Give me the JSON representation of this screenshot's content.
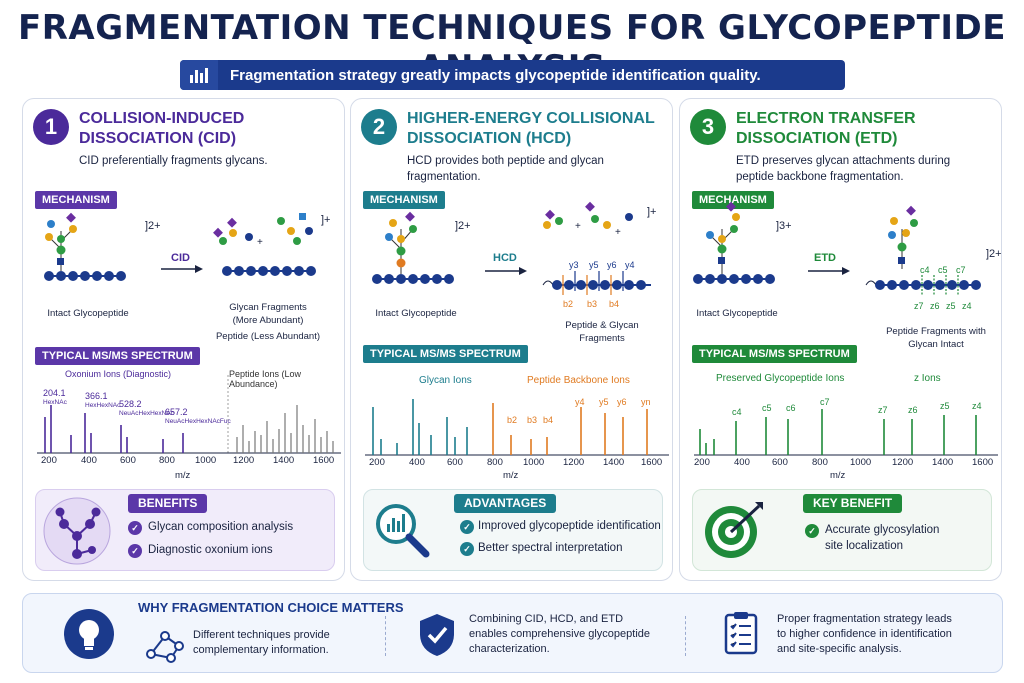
{
  "title": "FRAGMENTATION TECHNIQUES FOR GLYCOPEPTIDE ANALYSIS",
  "banner": "Fragmentation strategy greatly impacts glycopeptide identification quality.",
  "colors": {
    "cid": "#4b2a9a",
    "hcd": "#1d7d8d",
    "etd": "#1f8a3a",
    "navy": "#1b3a8c",
    "orange": "#e07b22"
  },
  "cid": {
    "number": "1",
    "title_line1": "COLLISION-INDUCED",
    "title_line2": "DISSOCIATION (CID)",
    "subtitle": "CID preferentially fragments glycans.",
    "mechanism": "MECHANISM",
    "charge_in": "]2+",
    "charge_out": "]+",
    "arrow": "CID",
    "intact": "Intact Glycopeptide",
    "frag_line1": "Glycan Fragments",
    "frag_line2": "(More Abundant)",
    "frag_line3": "Peptide (Less Abundant)",
    "spectrum": "TYPICAL MS/MS SPECTRUM",
    "oxonium": "Oxonium Ions (Diagnostic)",
    "peptide_ions": "Peptide Ions (Low Abundance)",
    "peak_labels": [
      {
        "mz": "204.1",
        "name": "HexNAc"
      },
      {
        "mz": "366.1",
        "name": "HexHexNAc"
      },
      {
        "mz": "528.2",
        "name": "NeuAcHexHexNAc"
      },
      {
        "mz": "657.2",
        "name": "NeuAcHexHexNAcFuc"
      }
    ],
    "ticks": [
      "200",
      "400",
      "600",
      "800",
      "1000",
      "1200",
      "1400",
      "1600"
    ],
    "xlabel": "m/z",
    "benefits": "BENEFITS",
    "benefit_items": [
      "Glycan composition analysis",
      "Diagnostic oxonium ions"
    ]
  },
  "hcd": {
    "number": "2",
    "title_line1": "HIGHER-ENERGY COLLISIONAL",
    "title_line2": "DISSOCIATION (HCD)",
    "subtitle": "HCD provides both peptide and glycan fragmentation.",
    "mechanism": "MECHANISM",
    "charge_in": "]2+",
    "charge_out": "]+",
    "arrow": "HCD",
    "intact": "Intact Glycopeptide",
    "y_ions": [
      "y3",
      "y5",
      "y6",
      "y4"
    ],
    "b_ions": [
      "b2",
      "b3",
      "b4"
    ],
    "frag_line1": "Peptide & Glycan",
    "frag_line2": "Fragments",
    "spectrum": "TYPICAL MS/MS SPECTRUM",
    "glycan_ions": "Glycan Ions",
    "backbone_ions": "Peptide Backbone Ions",
    "peak_tags": [
      "b2",
      "b3",
      "b4",
      "y4",
      "y5",
      "y6",
      "yn"
    ],
    "ticks": [
      "200",
      "400",
      "600",
      "800",
      "1000",
      "1200",
      "1400",
      "1600"
    ],
    "xlabel": "m/z",
    "advantages": "ADVANTAGES",
    "advantage_items": [
      "Improved glycopeptide identification",
      "Better spectral interpretation"
    ]
  },
  "etd": {
    "number": "3",
    "title_line1": "ELECTRON TRANSFER",
    "title_line2": "DISSOCIATION (ETD)",
    "subtitle": "ETD preserves glycan attachments during peptide backbone fragmentation.",
    "mechanism": "MECHANISM",
    "charge_in": "]3+",
    "charge_out": "]2+",
    "arrow": "ETD",
    "intact": "Intact Glycopeptide",
    "c_ions": [
      "c4",
      "c5",
      "c7"
    ],
    "z_ions": [
      "z7",
      "z6",
      "z5",
      "z4"
    ],
    "frag_line1": "Peptide Fragments with",
    "frag_line2": "Glycan Intact",
    "spectrum": "TYPICAL MS/MS SPECTRUM",
    "preserved": "Preserved Glycopeptide Ions",
    "z_label": "z Ions",
    "peak_tags": [
      "c4",
      "c5",
      "c6",
      "c7",
      "z7",
      "z6",
      "z5",
      "z4"
    ],
    "ticks": [
      "200",
      "400",
      "600",
      "800",
      "1000",
      "1200",
      "1400",
      "1600"
    ],
    "xlabel": "m/z",
    "key_benefit": "KEY BENEFIT",
    "key_line1": "Accurate glycosylation",
    "key_line2": "site localization"
  },
  "bottom": {
    "heading": "WHY FRAGMENTATION CHOICE MATTERS",
    "text1_line1": "Different techniques provide",
    "text1_line2": "complementary information.",
    "text2_line1": "Combining CID, HCD, and ETD",
    "text2_line2": "enables comprehensive glycopeptide",
    "text2_line3": "characterization.",
    "text3_line1": "Proper fragmentation strategy leads",
    "text3_line2": "to higher confidence in identification",
    "text3_line3": "and site-specific analysis."
  }
}
